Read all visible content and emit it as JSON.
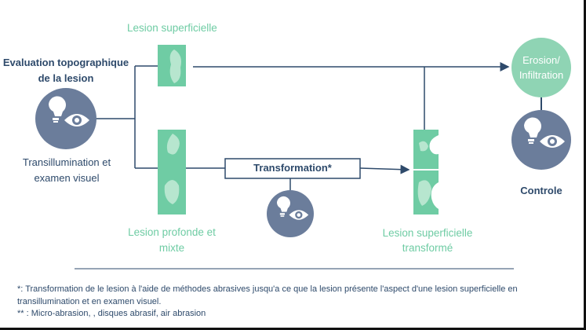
{
  "labels": {
    "lesion_superficielle": "Lesion superficielle",
    "eval_line1": "Evaluation topographique",
    "eval_line2": "de la lesion",
    "transill_line1": "Transillumination et",
    "transill_line2": "examen visuel",
    "lesion_profonde_line1": "Lesion profonde et",
    "lesion_profonde_line2": "mixte",
    "transformation": "Transformation*",
    "lesion_transformee_line1": "Lesion superficielle",
    "lesion_transformee_line2": "transformé",
    "erosion_line1": "Erosion/",
    "erosion_line2": "Infiltration",
    "controle": "Controle"
  },
  "footnotes": {
    "note1_line1": "*: Transformation de le lesion à l'aide de méthodes abrasives jusqu'a ce que la lesion présente l'aspect d'une lesion superficielle en",
    "note1_line2": "transillumination et en examen visuel.",
    "note2": "** : Micro-abrasion, , disques abrasif, air abrasion"
  },
  "icons": {
    "exam_icon": "lightbulb-eye-icon"
  },
  "colors": {
    "navy": "#2e4a6b",
    "slate_circle": "#6b7d9b",
    "green": "#6fcca4",
    "light_green": "#b7e6cf",
    "arrow": "#2e4a6b"
  }
}
